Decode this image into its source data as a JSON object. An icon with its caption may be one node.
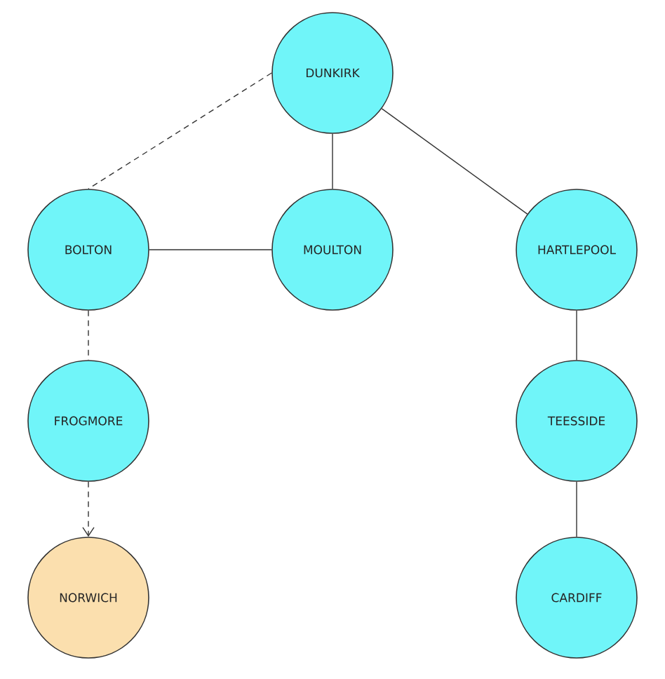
{
  "diagram": {
    "nodes": [
      {
        "text": [
          "DUNKIRK"
        ]
      },
      {
        "text": [
          "BOLTON"
        ]
      },
      {
        "text": [
          "MOULTON"
        ]
      },
      {
        "text": [
          "HARTLEPOOL"
        ]
      },
      {
        "text": [
          "FROGMORE"
        ]
      },
      {
        "text": [
          "TEESSIDE"
        ]
      },
      {
        "text": [
          "NORWICH"
        ]
      },
      {
        "text": [
          "CARDIFF"
        ]
      }
    ],
    "edges": [
      {
        "from": 0,
        "to": 1,
        "arrow": "none",
        "style": "dashed"
      },
      {
        "from": 0,
        "to": 2,
        "arrow": "none"
      },
      {
        "from": 0,
        "to": 3,
        "arrow": "none"
      },
      {
        "from": 1,
        "to": 2,
        "arrow": "none"
      },
      {
        "from": 1,
        "to": 4,
        "arrow": "none",
        "style": "dashed"
      },
      {
        "from": 3,
        "to": 5,
        "arrow": "none"
      },
      {
        "from": 4,
        "to": 6,
        "arrow": "to",
        "style": "dashed"
      },
      {
        "from": 5,
        "to": 7,
        "arrow": "none"
      }
    ]
  }
}
